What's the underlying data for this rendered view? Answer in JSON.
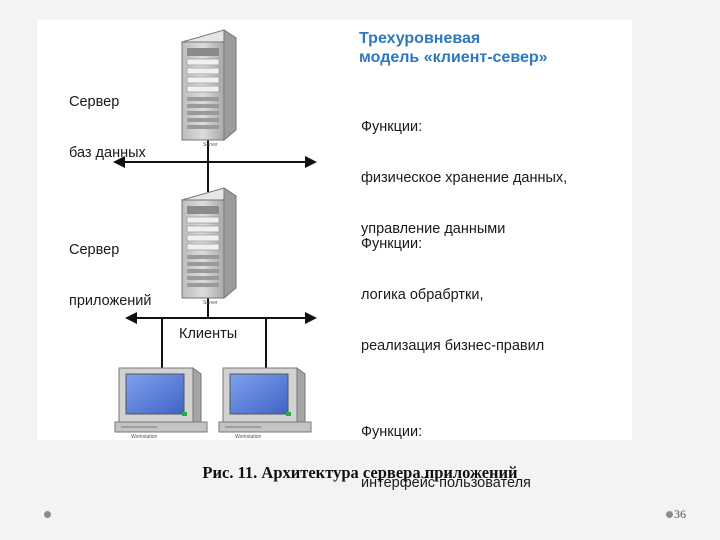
{
  "diagram": {
    "title_line1": "Трехуровневая",
    "title_line2": "модель «клиент-север»",
    "db_server_label_line1": "Сервер",
    "db_server_label_line2": "баз данных",
    "app_server_label_line1": "Сервер",
    "app_server_label_line2": "приложений",
    "clients_label": "Клиенты",
    "db_functions_line1": "Функции:",
    "db_functions_line2": "физическое хранение данных,",
    "db_functions_line3": "управление данными",
    "app_functions_line1": "Функции:",
    "app_functions_line2": "логика обрабртки,",
    "app_functions_line3": "реализация бизнес-правил",
    "client_functions_line1": "Функции:",
    "client_functions_line2": "интерфейс пользователя",
    "server_tag": "Server",
    "workstation_tag": "Workstation"
  },
  "caption": "Рис. 11. Архитектура сервера приложений",
  "page_number": "36",
  "colors": {
    "title": "#2b79bf",
    "screen": "#5a7fd6",
    "line": "#111111"
  }
}
